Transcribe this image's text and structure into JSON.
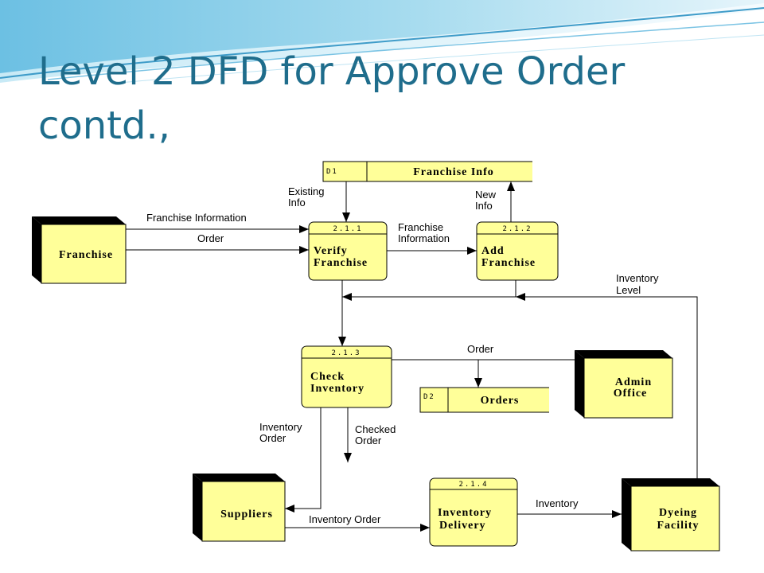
{
  "slide": {
    "title_line1": "Level 2 DFD for Approve Order",
    "title_line2": "contd.,"
  },
  "colors": {
    "title": "#1f6d8c",
    "box_fill": "#ffff99",
    "box_shadow": "#000000",
    "banner_light": "#e4f4fb",
    "banner_mid": "#9cd6ec",
    "banner_deep": "#4aa7d4"
  },
  "entities": {
    "franchise": "Franchise",
    "admin_office": [
      "Admin",
      "Office"
    ],
    "suppliers": "Suppliers",
    "dyeing_facility": [
      "Dyeing",
      "Facility"
    ]
  },
  "processes": {
    "p211": {
      "number": "2.1.1",
      "name": [
        "Verify",
        "Franchise"
      ]
    },
    "p212": {
      "number": "2.1.2",
      "name": [
        "Add",
        "Franchise"
      ]
    },
    "p213": {
      "number": "2.1.3",
      "name": [
        "Check",
        "Inventory"
      ]
    },
    "p214": {
      "number": "2.1.4",
      "name": [
        "Inventory",
        "Delivery"
      ]
    }
  },
  "stores": {
    "d1": {
      "id": "D1",
      "name": "Franchise Info"
    },
    "d2": {
      "id": "D2",
      "name": "Orders"
    }
  },
  "flows": {
    "existing_info": [
      "Existing",
      "Info"
    ],
    "new_info": [
      "New",
      "Info"
    ],
    "franchise_information": "Franchise Information",
    "order_in": "Order",
    "franchise_information_2": [
      "Franchise",
      "Information"
    ],
    "inventory_level": [
      "Inventory",
      "Level"
    ],
    "order_out": "Order",
    "inventory_order_1": [
      "Inventory",
      "Order"
    ],
    "checked_order": [
      "Checked",
      "Order"
    ],
    "inventory_order_2": "Inventory Order",
    "inventory": "Inventory"
  }
}
